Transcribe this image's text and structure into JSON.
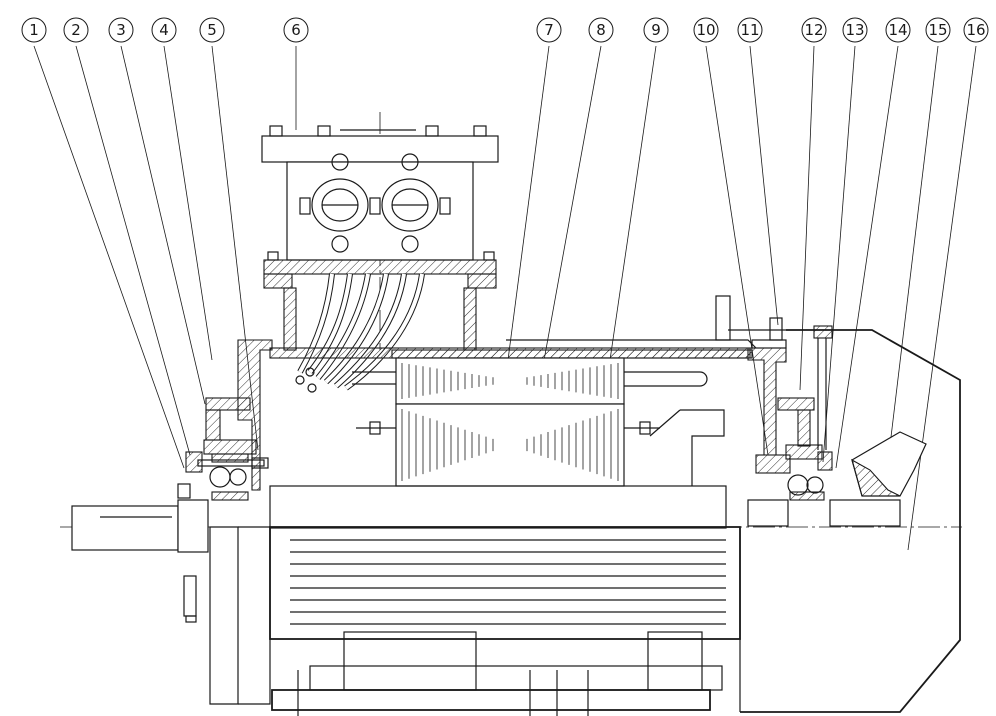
{
  "figure": {
    "callouts": [
      "1",
      "2",
      "3",
      "4",
      "5",
      "6",
      "7",
      "8",
      "9",
      "10",
      "11",
      "12",
      "13",
      "14",
      "15",
      "16"
    ],
    "colors": {
      "line": "#1a1a1a",
      "background": "#ffffff"
    }
  }
}
